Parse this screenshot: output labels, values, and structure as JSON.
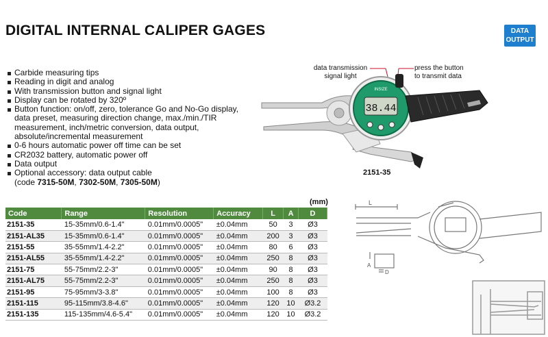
{
  "title": "DIGITAL INTERNAL CALIPER GAGES",
  "badge": {
    "line1": "DATA",
    "line2": "OUTPUT",
    "color": "#1f7fcf"
  },
  "features": [
    "Carbide measuring tips",
    "Reading in digit and analog",
    "With transmission button and signal light",
    "Display can be rotated by 320º",
    "Button function: on/off, zero, tolerance Go and No-Go display,",
    "data preset, measuring direction change, max./min./TIR",
    "measurement, inch/metric conversion, data output,",
    "absolute/incremental measurement",
    "0-6 hours automatic power off time can be set",
    "CR2032 battery, automatic power off",
    "Data output",
    "Optional accessory: data output cable"
  ],
  "accessory_codes": {
    "prefix": "(code ",
    "c1": "7315-50M",
    "sep1": ", ",
    "c2": "7302-50M",
    "sep2": ", ",
    "c3": "7305-50M",
    "suffix": ")"
  },
  "callouts": {
    "signal_line1": "data transmission",
    "signal_line2": "signal light",
    "button_line1": "press the button",
    "button_line2": "to transmit data"
  },
  "display_reading": "38.44",
  "brand": "INSIZE",
  "model_label": "2151-35",
  "unit_label": "(mm)",
  "diagram_labels": {
    "L": "L",
    "A": "A",
    "D": "D"
  },
  "table": {
    "headers": [
      "Code",
      "Range",
      "Resolution",
      "Accuracy",
      "L",
      "A",
      "D"
    ],
    "rows": [
      [
        "2151-35",
        "15-35mm/0.6-1.4\"",
        "0.01mm/0.0005\"",
        "±0.04mm",
        "50",
        "3",
        "Ø3"
      ],
      [
        "2151-AL35",
        "15-35mm/0.6-1.4\"",
        "0.01mm/0.0005\"",
        "±0.04mm",
        "200",
        "3",
        "Ø3"
      ],
      [
        "2151-55",
        "35-55mm/1.4-2.2\"",
        "0.01mm/0.0005\"",
        "±0.04mm",
        "80",
        "6",
        "Ø3"
      ],
      [
        "2151-AL55",
        "35-55mm/1.4-2.2\"",
        "0.01mm/0.0005\"",
        "±0.04mm",
        "250",
        "8",
        "Ø3"
      ],
      [
        "2151-75",
        "55-75mm/2.2-3\"",
        "0.01mm/0.0005\"",
        "±0.04mm",
        "90",
        "8",
        "Ø3"
      ],
      [
        "2151-AL75",
        "55-75mm/2.2-3\"",
        "0.01mm/0.0005\"",
        "±0.04mm",
        "250",
        "8",
        "Ø3"
      ],
      [
        "2151-95",
        "75-95mm/3-3.8\"",
        "0.01mm/0.0005\"",
        "±0.04mm",
        "100",
        "8",
        "Ø3"
      ],
      [
        "2151-115",
        "95-115mm/3.8-4.6\"",
        "0.01mm/0.0005\"",
        "±0.04mm",
        "120",
        "10",
        "Ø3.2"
      ],
      [
        "2151-135",
        "115-135mm/4.6-5.4\"",
        "0.01mm/0.0005\"",
        "±0.04mm",
        "120",
        "10",
        "Ø3.2"
      ]
    ]
  },
  "colors": {
    "table_header": "#4f8a3f",
    "gauge_green": "#1f9a6a"
  }
}
